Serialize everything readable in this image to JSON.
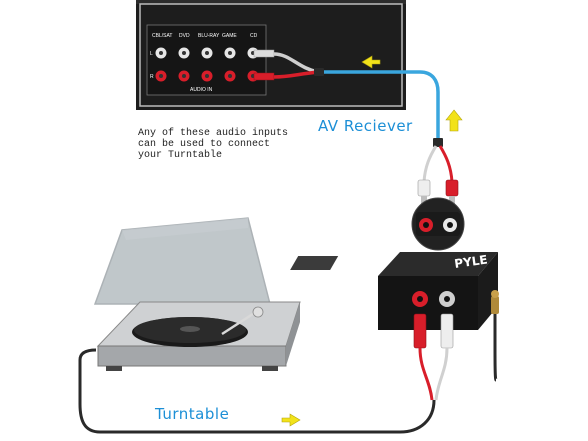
{
  "receiver": {
    "title": "AV Reciever",
    "input_labels": [
      "CBL/SAT",
      "DVD",
      "BLU-RAY",
      "GAME",
      "CD"
    ],
    "channel_left": "L",
    "channel_right": "R",
    "section_label": "AUDIO IN"
  },
  "note": {
    "line1": "Any of these audio inputs",
    "line2": "can be used to connect",
    "line3": "your Turntable"
  },
  "turntable": {
    "title": "Turntable"
  },
  "preamp": {
    "brand": "PYLE"
  },
  "colors": {
    "cable_blue": "#3aa6de",
    "rca_red": "#d81e2a",
    "rca_white": "#e8e8e8",
    "arrow_yellow": "#f2e21a",
    "receiver_body": "#1d1d1d",
    "label_blue": "#1c8fd6"
  },
  "icons": [
    "arrow-right-icon",
    "arrow-left-icon",
    "arrow-up-icon"
  ]
}
